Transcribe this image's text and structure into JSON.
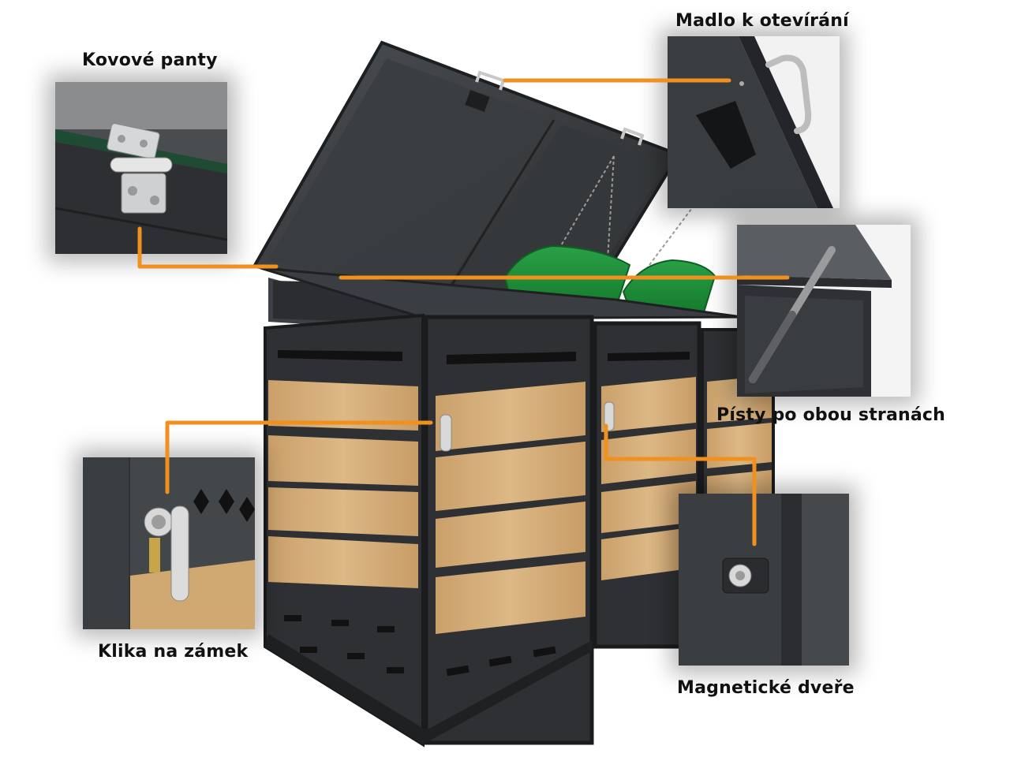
{
  "callouts": {
    "hinges": "Kovové panty",
    "handle_open": "Madlo k otevírání",
    "pistons": "Písty po obou stranách",
    "lock_handle": "Klika na zámek",
    "magnetic_doors": "Magnetické dveře"
  },
  "colors": {
    "callout_line": "#f0901e",
    "frame": "#2e3033",
    "wood": "#d4ae7a",
    "bin_lid": "#1f8a36"
  }
}
